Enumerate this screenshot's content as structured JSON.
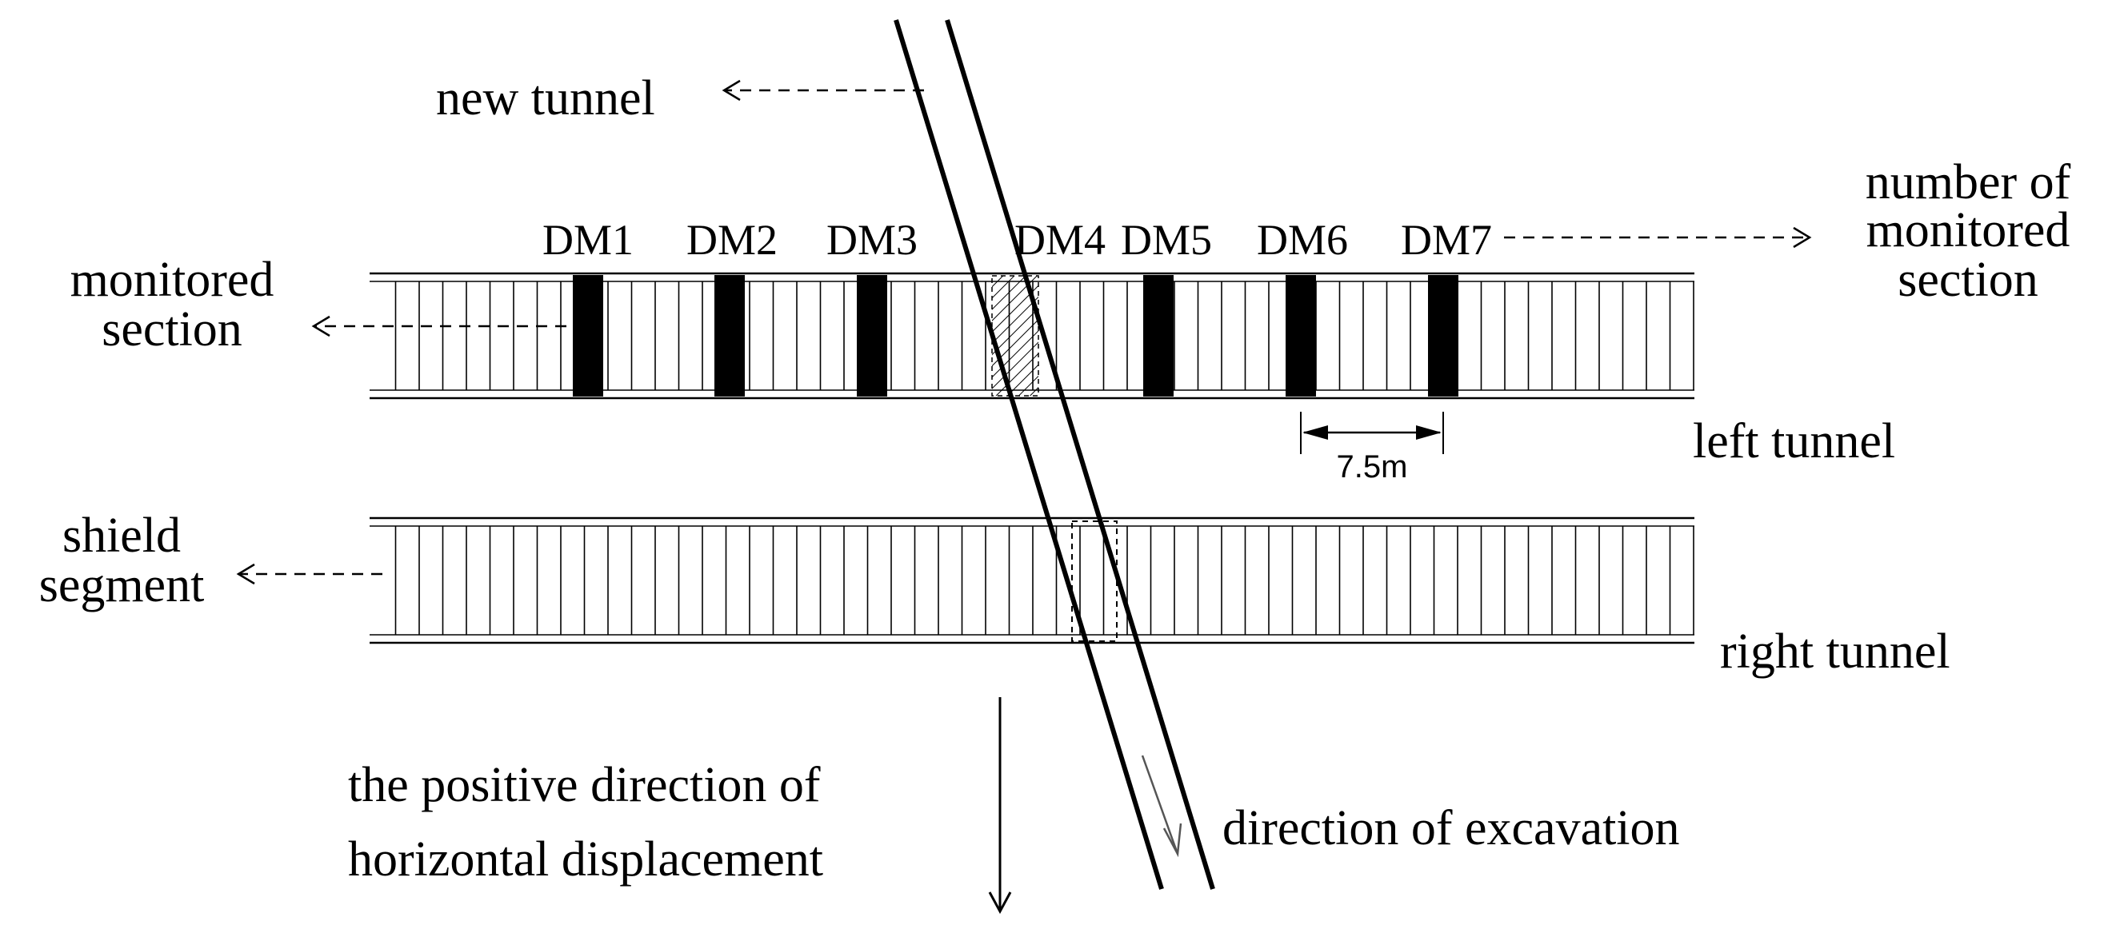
{
  "labels": {
    "new_tunnel": "new tunnel",
    "monitored_section_1": "monitored",
    "monitored_section_2": "section",
    "number_of_1": "number of",
    "number_of_2": "monitored",
    "number_of_3": "section",
    "left_tunnel": "left tunnel",
    "right_tunnel": "right tunnel",
    "shield_1": "shield",
    "shield_2": "segment",
    "positive_1": "the positive direction of",
    "positive_2": "horizontal displacement",
    "excavation": "direction of excavation",
    "spacing": "7.5m"
  },
  "sections": [
    "DM1",
    "DM2",
    "DM3",
    "DM4",
    "DM5",
    "DM6",
    "DM7"
  ],
  "colors": {
    "stroke": "#000000",
    "background": "#ffffff"
  }
}
